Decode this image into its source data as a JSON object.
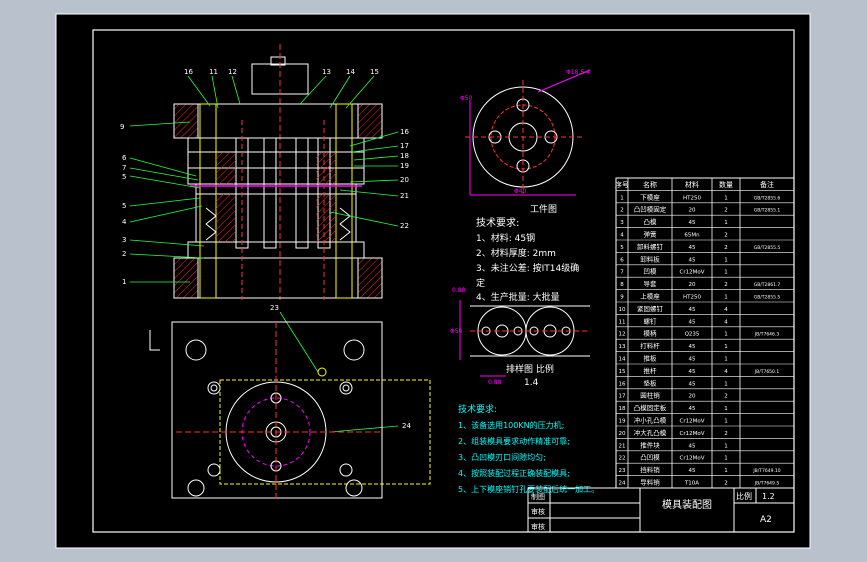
{
  "colors": {
    "background": "#000000",
    "frame": "#ffffff",
    "outline_white": "#ffffff",
    "line_green": "#22ff44",
    "line_red": "#ff3030",
    "line_magenta": "#ff00ff",
    "line_yellow": "#ffff00",
    "line_cyan": "#00ffff",
    "hatch_red": "#ff2020"
  },
  "part_numbers_left": [
    "9",
    "6",
    "7",
    "5",
    "5",
    "4",
    "3",
    "2",
    "1"
  ],
  "part_numbers_top": [
    "16",
    "11",
    "12",
    "13",
    "14",
    "15"
  ],
  "part_numbers_right": [
    "16",
    "17",
    "18",
    "19",
    "20",
    "21",
    "22"
  ],
  "part_number_plan": [
    "23",
    "24"
  ],
  "workpiece": {
    "title": "工件图",
    "dim_top": "Φ18.5 4",
    "dim_left": "Φ50",
    "dim_bottom": "Φ40"
  },
  "tech_req_1": {
    "heading": "技术要求:",
    "items": [
      "1、材料: 45钢",
      "2、材料厚度: 2mm",
      "3、未注公差: 按IT14级确",
      "定",
      "4、生产批量: 大批量"
    ]
  },
  "strip": {
    "title": "排样图 比例",
    "scale": "1.4",
    "dim_left": "Φ50",
    "dim_bottom": "0.88",
    "dim_side": "0.88"
  },
  "tech_req_2": {
    "heading": "技术要求:",
    "items": [
      "1、该备选用100KN的压力机;",
      "2、组装模具要求动作精准可靠;",
      "3、凸凹模刃口间隙均匀;",
      "4、按照装配过程正确装配模具;",
      "5、上下模座销钉孔要装配后统一加工。"
    ]
  },
  "bom": {
    "headers": [
      "序号",
      "名称",
      "材料",
      "数量",
      "备注"
    ],
    "rows": [
      [
        "1",
        "下模座",
        "HT250",
        "1",
        "GB/T2855.6"
      ],
      [
        "2",
        "凸凹模固定",
        "20",
        "2",
        "GB/T2855.1"
      ],
      [
        "3",
        "凸模",
        "45",
        "1",
        ""
      ],
      [
        "4",
        "弹簧",
        "65Mn",
        "2",
        ""
      ],
      [
        "5",
        "卸料螺钉",
        "45",
        "2",
        "GB/T2855.5"
      ],
      [
        "6",
        "卸料板",
        "45",
        "1",
        ""
      ],
      [
        "7",
        "凹模",
        "Cr12MoV",
        "1",
        ""
      ],
      [
        "8",
        "导套",
        "20",
        "2",
        "GB/T2861.7"
      ],
      [
        "9",
        "上模座",
        "HT250",
        "1",
        "GB/T2855.5"
      ],
      [
        "10",
        "紧固螺钉",
        "45",
        "4",
        ""
      ],
      [
        "11",
        "螺钉",
        "45",
        "4",
        ""
      ],
      [
        "12",
        "模柄",
        "Q235",
        "1",
        "JB/T7646.3"
      ],
      [
        "13",
        "打料杆",
        "45",
        "1",
        ""
      ],
      [
        "14",
        "推板",
        "45",
        "1",
        ""
      ],
      [
        "15",
        "推杆",
        "45",
        "4",
        "JB/T7650.1"
      ],
      [
        "16",
        "垫板",
        "45",
        "1",
        ""
      ],
      [
        "17",
        "圆柱销",
        "20",
        "2",
        ""
      ],
      [
        "18",
        "凸模固定板",
        "45",
        "1",
        ""
      ],
      [
        "19",
        "冲小孔凸模",
        "Cr12MoV",
        "1",
        ""
      ],
      [
        "20",
        "冲大孔凸模",
        "Cr12MoV",
        "2",
        ""
      ],
      [
        "21",
        "推件块",
        "45",
        "1",
        ""
      ],
      [
        "22",
        "凸凹模",
        "Cr12MoV",
        "1",
        ""
      ],
      [
        "23",
        "挡料销",
        "45",
        "1",
        "JB/T7649.10"
      ],
      [
        "24",
        "导料销",
        "T10A",
        "2",
        "JB/T7649.5"
      ]
    ]
  },
  "title_block": {
    "title": "模具装配图",
    "scale_label": "比例",
    "scale_value": "1.2",
    "size": "A2",
    "row_labels": [
      "制图",
      "审核",
      "审核"
    ]
  }
}
